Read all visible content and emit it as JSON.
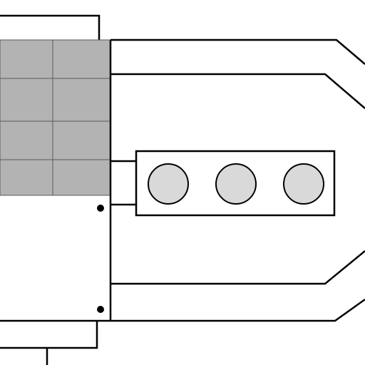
{
  "colors": {
    "grid_fill": "#b3b3b3",
    "circle_fill": "#d9d9d9",
    "line": "#000000",
    "background": "#ffffff"
  },
  "grid_panel": {
    "rows": 4,
    "cols": 2
  },
  "component_box": {
    "circle_count": 3
  },
  "dot_count": 2
}
